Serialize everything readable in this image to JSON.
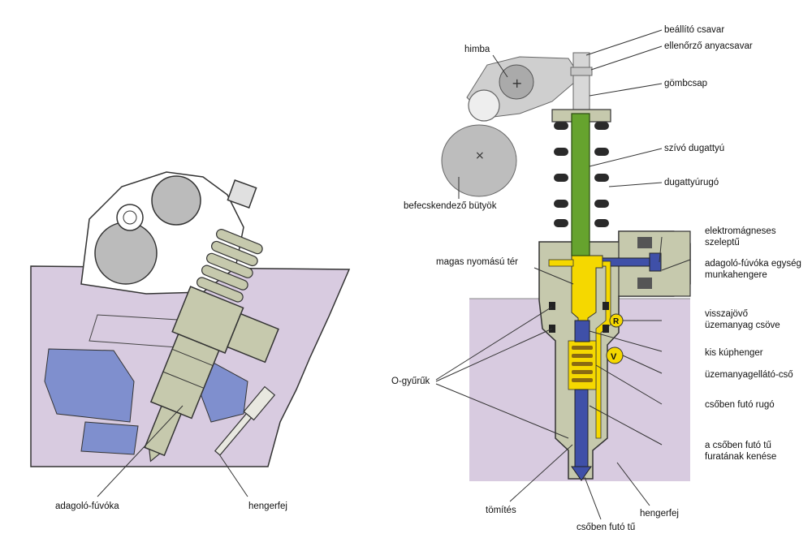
{
  "left_view": {
    "labels": {
      "injector": "adagoló-fúvóka",
      "cylinder_head": "hengerfej"
    }
  },
  "right_view": {
    "labels": {
      "rocker": "himba",
      "adjusting_screw": "beállító csavar",
      "lock_nut": "ellenőrző anyacsavar",
      "ball_pin": "gömbcsap",
      "suction_piston": "szívó dugattyú",
      "piston_spring": "dugattyúrugó",
      "injection_cam": "befecskendező bütyök",
      "solenoid_valve_l1": "elektromágneses",
      "solenoid_valve_l2": "szeleptű",
      "high_pressure_chamber": "magas nyomású tér",
      "pump_element_l1": "adagoló-fúvóka egység",
      "pump_element_l2": "munkahengere",
      "return_line_l1": "visszajövő",
      "return_line_l2": "üzemanyag csöve",
      "small_cone": "kis kúphenger",
      "fuel_feed": "üzemanyagellátó-cső",
      "o_rings": "O-gyűrűk",
      "nozzle_spring": "csőben futó rugó",
      "needle_lube_l1": "a csőben futó tű",
      "needle_lube_l2": "furatának kenése",
      "seal": "tömítés",
      "cylinder_head": "hengerfej",
      "nozzle_needle": "csőben futó tű",
      "marker_r": "R",
      "marker_v": "V"
    }
  }
}
